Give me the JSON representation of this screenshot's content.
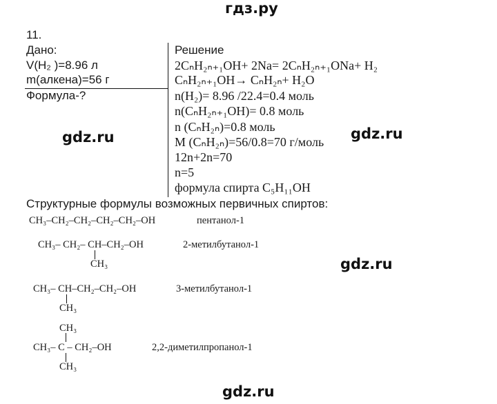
{
  "watermarks": {
    "top": "гдз.ру",
    "mid_left": "gdz.ru",
    "mid_right": "gdz.ru",
    "right": "gdz.ru",
    "bottom": "gdz.ru"
  },
  "problem_number": "11.",
  "given": {
    "heading": "Дано:",
    "volume": "V(H₂ )=8.96 л",
    "mass": "m(алкена)=56 г",
    "find": "Формула-?"
  },
  "solution": {
    "heading": "Решение",
    "lines": [
      "2CₙH₂ₙ₊₁OH+ 2Na= 2CₙH₂ₙ₊₁ONa+ H₂",
      "CₙH₂ₙ₊₁OH→ CₙH₂ₙ+ H₂O",
      "n(H₂)= 8.96 /22.4=0.4 моль",
      "n(CₙH₂ₙ₊₁OH)= 0.8 моль",
      "n (CₙH₂ₙ)=0.8 моль",
      "M (CₙH₂ₙ)=56/0.8=70 г/моль",
      "12n+2n=70",
      "n=5",
      "формула спирта C₅H₁₁OH"
    ]
  },
  "structures": {
    "heading": "Структурные формулы возможных первичных спиртов:",
    "items": [
      {
        "formula": "CH₃–CH₂–CH₂–CH₂–CH₂–OH",
        "name": "пентанол-1"
      },
      {
        "formula": "CH₃– CH₂– CH–CH₂–OH",
        "branch": "CH₃",
        "name": "2-метилбутанол-1"
      },
      {
        "formula": "CH₃– CH–CH₂–CH₂–OH",
        "branch": "CH₃",
        "name": "3-метилбутанол-1"
      },
      {
        "formula": "CH₃– C – CH₂–OH",
        "branch_top": "CH₃",
        "branch": "CH₃",
        "name": "2,2-диметилпропанол-1"
      }
    ]
  }
}
